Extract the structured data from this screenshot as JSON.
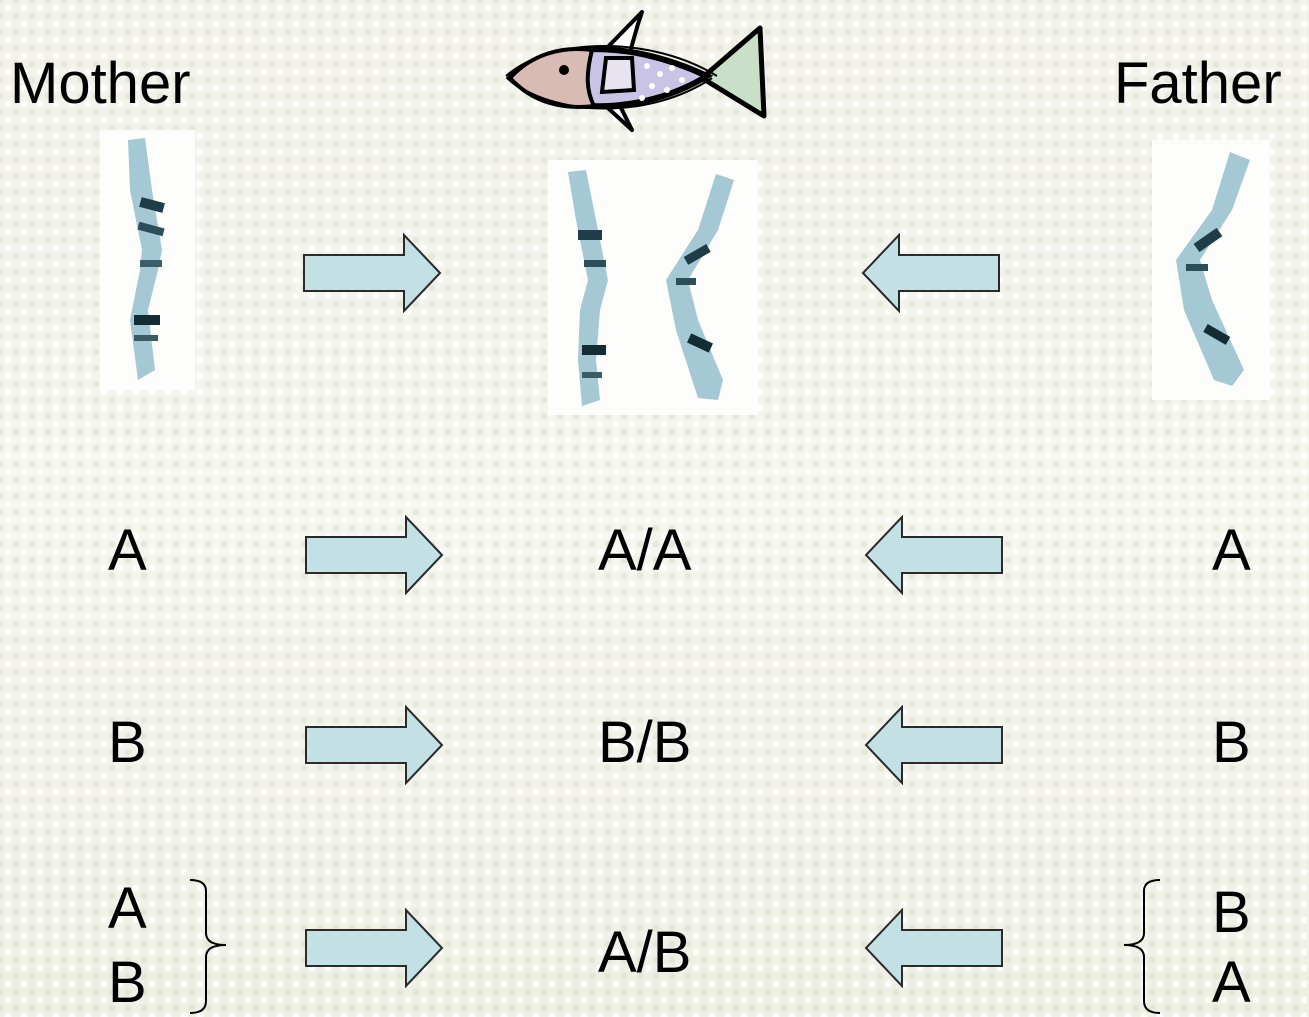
{
  "labels": {
    "mother": "Mother",
    "father": "Father"
  },
  "rows": [
    {
      "mother": "A",
      "offspring": "A/A",
      "father": "A"
    },
    {
      "mother": "B",
      "offspring": "B/B",
      "father": "B"
    },
    {
      "mother": [
        "A",
        "B"
      ],
      "offspring": "A/B",
      "father": [
        "B",
        "A"
      ]
    }
  ],
  "icons": [
    "fish-icon",
    "chromosome-image",
    "arrow-right-icon",
    "arrow-left-icon",
    "brace-icon"
  ],
  "colors": {
    "arrow_fill": "#c3e1e4",
    "arrow_stroke": "#2a2a2a",
    "chromosome": "#9dc3d0",
    "chromosome_band": "#1c3a44",
    "text": "#000000"
  }
}
